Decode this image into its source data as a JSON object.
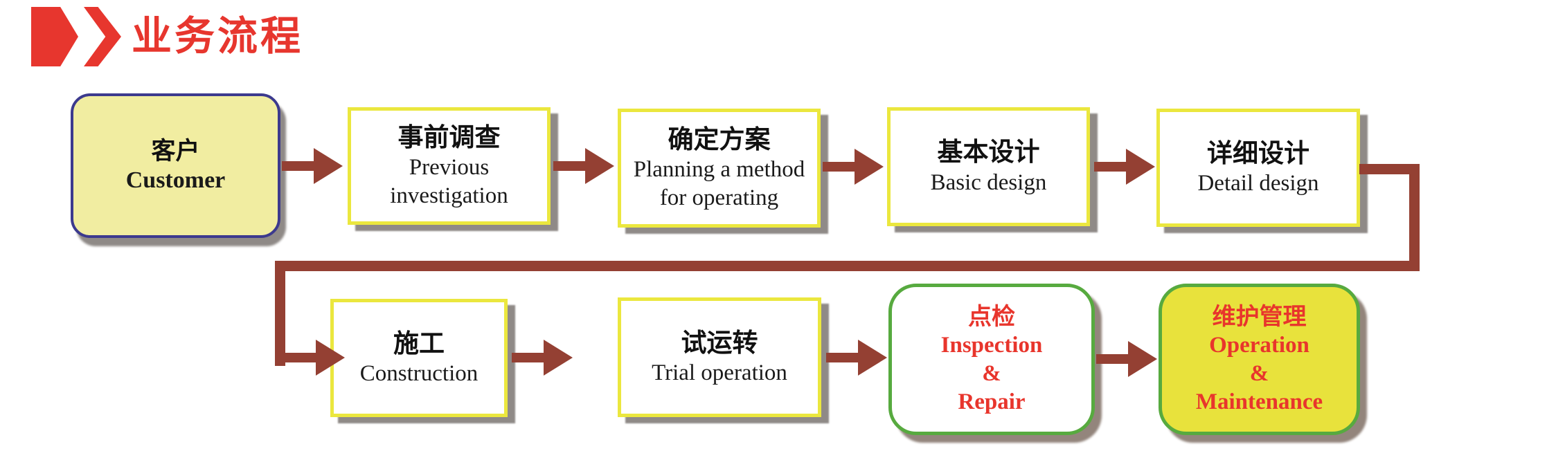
{
  "title": {
    "label": "业务流程"
  },
  "colors": {
    "title-red": "#e7362e",
    "arrow-brown": "#944033",
    "yellow-border": "#ebe73e",
    "pale-yellow-fill": "#f1eda1",
    "strong-yellow-fill": "#e8e23c",
    "blue-border": "#3c3a8e",
    "green-border": "#57aa3f",
    "red-text": "#e8352c",
    "shadow-gray": "#8f8a87"
  },
  "boxes": {
    "customer": {
      "zh": "客户",
      "en": [
        "Customer"
      ]
    },
    "previous_investigation": {
      "zh": "事前调查",
      "en": [
        "Previous",
        "investigation"
      ]
    },
    "planning": {
      "zh": "确定方案",
      "en": [
        "Planning a method",
        "for operating"
      ]
    },
    "basic_design": {
      "zh": "基本设计",
      "en": [
        "Basic design"
      ]
    },
    "detail_design": {
      "zh": "详细设计",
      "en": [
        "Detail design"
      ]
    },
    "construction": {
      "zh": "施工",
      "en": [
        "Construction"
      ]
    },
    "trial_operation": {
      "zh": "试运转",
      "en": [
        "Trial operation"
      ]
    },
    "inspection_repair": {
      "zh": "点检",
      "en": [
        "Inspection",
        "&",
        "Repair"
      ]
    },
    "operation_maintenance": {
      "zh": "维护管理",
      "en": [
        "Operation",
        "&",
        "Maintenance"
      ]
    }
  }
}
